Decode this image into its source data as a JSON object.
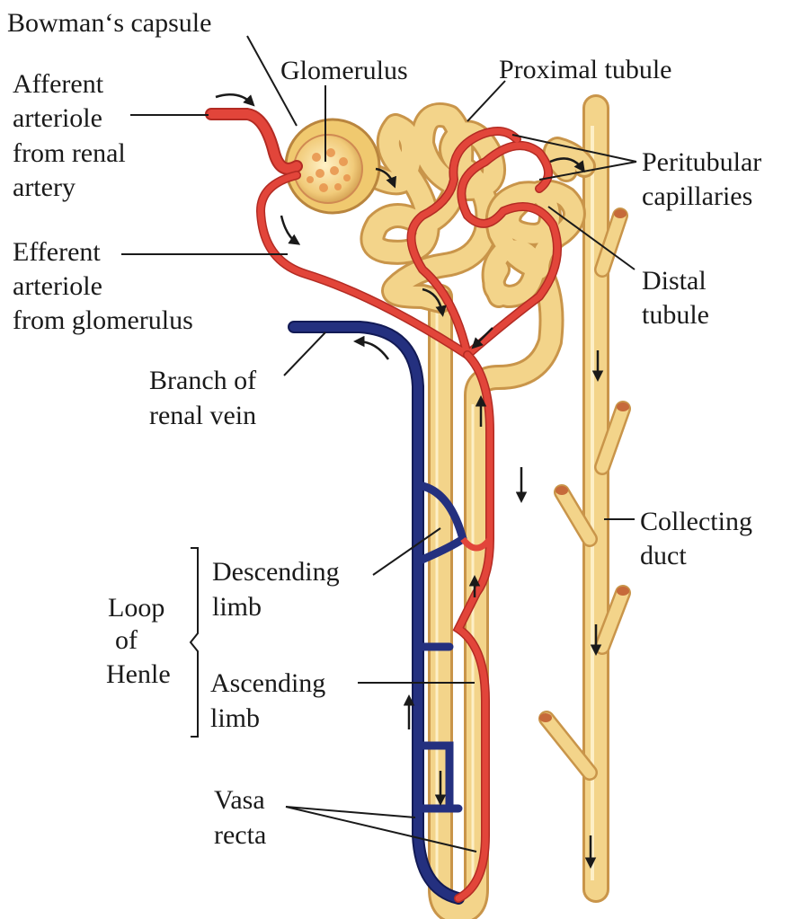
{
  "labels": {
    "bowmans_capsule": "Bowman‘s capsule",
    "glomerulus": "Glomerulus",
    "proximal_tubule": "Proximal tubule",
    "afferent": [
      "Afferent",
      "arteriole",
      "from renal",
      "artery"
    ],
    "peritubular": [
      "Peritubular",
      "capillaries"
    ],
    "efferent": [
      "Efferent",
      "arteriole",
      "from glomerulus"
    ],
    "distal": [
      "Distal",
      "tubule"
    ],
    "renal_vein": [
      "Branch of",
      "renal vein"
    ],
    "collecting_duct": [
      "Collecting",
      "duct"
    ],
    "loop_of_henle": [
      "Loop",
      "of",
      "Henle"
    ],
    "descending_limb": [
      "Descending",
      "limb"
    ],
    "ascending_limb": [
      "Ascending",
      "limb"
    ],
    "vasa_recta": [
      "Vasa",
      "recta"
    ]
  },
  "colors": {
    "tubule_fill": "#f3d48a",
    "tubule_edge": "#c9954a",
    "artery": "#e2453a",
    "artery_edge": "#b32b23",
    "vein": "#1f2a7a",
    "vein_edge": "#121a55",
    "background": "#ffffff"
  }
}
